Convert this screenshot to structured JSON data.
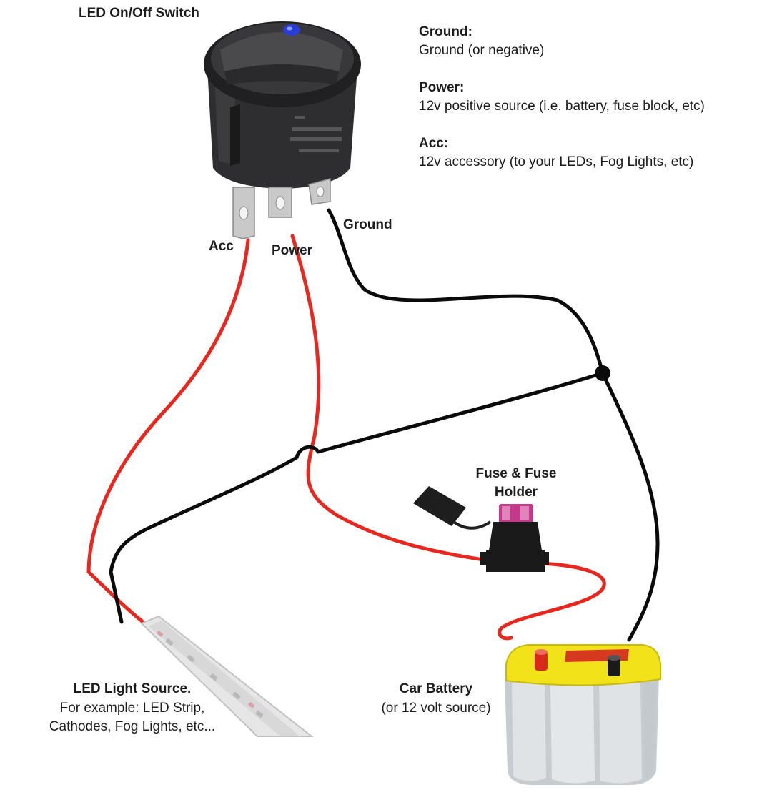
{
  "switch_label": "LED On/Off Switch",
  "legend": [
    {
      "title": "Ground:",
      "desc": "Ground (or negative)"
    },
    {
      "title": "Power:",
      "desc": "12v positive source (i.e. battery, fuse block, etc)"
    },
    {
      "title": "Acc:",
      "desc": "12v accessory (to your LEDs, Fog Lights, etc)"
    }
  ],
  "terminals": {
    "acc": "Acc",
    "power": "Power",
    "ground": "Ground"
  },
  "fuse": {
    "line1": "Fuse & Fuse",
    "line2": "Holder"
  },
  "led": {
    "title": "LED Light Source.",
    "line1": "For example: LED Strip,",
    "line2": "Cathodes, Fog Lights, etc..."
  },
  "battery": {
    "title": "Car Battery",
    "subtitle": "(or 12 volt source)"
  },
  "colors": {
    "positive_wire": "#e8281e",
    "ground_wire": "#0a0a0a",
    "battery_top": "#f2e21a",
    "fuse_body": "#c23a8a"
  }
}
